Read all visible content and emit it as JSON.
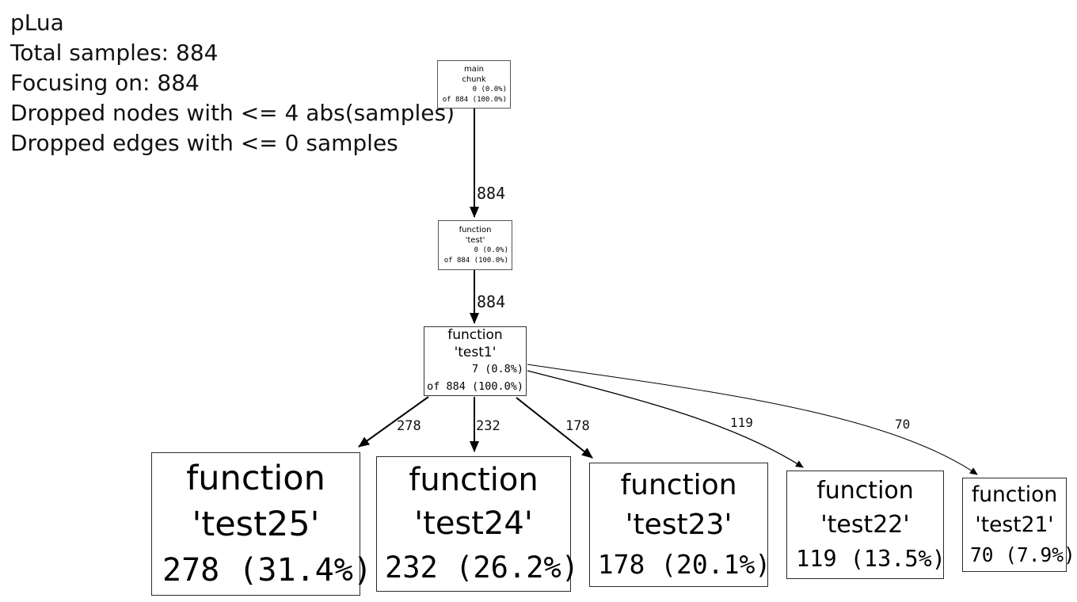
{
  "colors": {
    "background": "#ffffff",
    "text": "#000000",
    "edge_stroke": "#000000",
    "node_border": "#2b2b2b"
  },
  "header": {
    "title": "pLua",
    "lines": [
      "Total samples: 884",
      "Focusing on: 884",
      "Dropped nodes with <= 4 abs(samples)",
      "Dropped edges with <= 0 samples"
    ]
  },
  "graph": {
    "nodes": {
      "main": {
        "lines": [
          "main",
          "chunk",
          "0 (0.0%)",
          "of 884 (100.0%)"
        ]
      },
      "test": {
        "lines": [
          "function",
          "'test'",
          "0 (0.0%)",
          "of 884 (100.0%)"
        ]
      },
      "test1": {
        "lines": [
          "function",
          "'test1'",
          "7 (0.8%)",
          "of 884 (100.0%)"
        ]
      },
      "test25": {
        "lines": [
          "function",
          "'test25'",
          "278 (31.4%)"
        ]
      },
      "test24": {
        "lines": [
          "function",
          "'test24'",
          "232 (26.2%)"
        ]
      },
      "test23": {
        "lines": [
          "function",
          "'test23'",
          "178 (20.1%)"
        ]
      },
      "test22": {
        "lines": [
          "function",
          "'test22'",
          "119 (13.5%)"
        ]
      },
      "test21": {
        "lines": [
          "function",
          "'test21'",
          "70 (7.9%)"
        ]
      }
    },
    "edges": {
      "main_to_test": {
        "label": "884"
      },
      "test_to_test1": {
        "label": "884"
      },
      "test1_to_test25": {
        "label": "278"
      },
      "test1_to_test24": {
        "label": "232"
      },
      "test1_to_test23": {
        "label": "178"
      },
      "test1_to_test22": {
        "label": "119"
      },
      "test1_to_test21": {
        "label": "70"
      }
    }
  }
}
